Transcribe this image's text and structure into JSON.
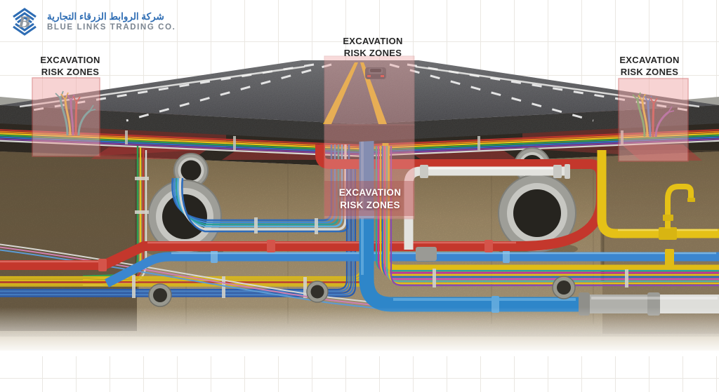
{
  "logo": {
    "arabic": "شركة الروابط الزرقاء التجارية",
    "english": "BLUE LINKS TRADING CO."
  },
  "risk_label": {
    "line1": "EXCAVATION",
    "line2": "RISK ZONES"
  },
  "colors": {
    "brand_blue": "#2e6db4",
    "brand_gray": "#7b8590",
    "risk_zone_fill": "#f0a8a8",
    "risk_zone_border": "#cc5858",
    "road_asphalt": "#3f4042",
    "lane_yellow": "#e2b419",
    "lane_white": "#ececec",
    "soil_tan": "#b09a74",
    "soil_dark": "#6f5e44",
    "pipe_red": "#c4372c",
    "pipe_blue": "#2e86c9",
    "pipe_medium_blue": "#3b86cf",
    "pipe_yellow": "#e5c117",
    "pipe_white_pvc": "#e3e3df",
    "concrete_gray": "#9e9e98",
    "cable_green": "#2f9e4f",
    "cable_orange": "#e07820",
    "cable_purple": "#7a3f9e",
    "cable_teal": "#2aa39b",
    "cable_magenta": "#c2329a"
  },
  "scene": {
    "elements": [
      "road-with-traffic",
      "car",
      "excavation-risk-zone-overlays",
      "underground-cable-ribbon",
      "concrete-culverts",
      "red-water-main",
      "blue-water-pipes",
      "yellow-gas-pipe-with-riser",
      "white-pvc-conduit",
      "fiber-cable-bundles",
      "soil-cross-section"
    ]
  }
}
